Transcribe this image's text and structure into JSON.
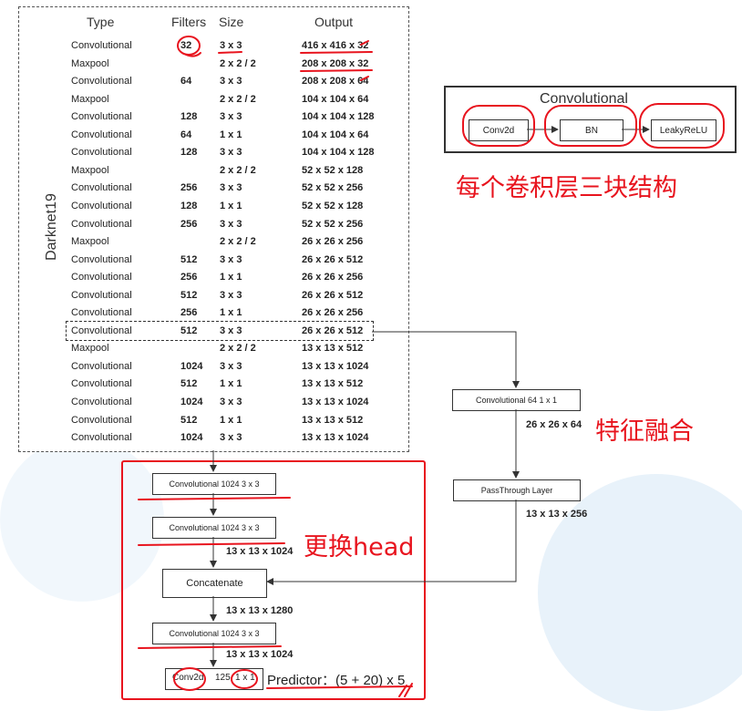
{
  "darknet": {
    "label": "Darknet19",
    "headers": {
      "type": "Type",
      "filters": "Filters",
      "size": "Size",
      "output": "Output"
    },
    "rows": [
      {
        "type": "Convolutional",
        "filters": "32",
        "size": "3 x 3",
        "output": "416 x 416 x 32"
      },
      {
        "type": "Maxpool",
        "filters": "",
        "size": "2 x 2 / 2",
        "output": "208 x 208 x 32"
      },
      {
        "type": "Convolutional",
        "filters": "64",
        "size": "3 x 3",
        "output": "208 x 208 x 64"
      },
      {
        "type": "Maxpool",
        "filters": "",
        "size": "2 x 2 / 2",
        "output": "104 x 104 x 64"
      },
      {
        "type": "Convolutional",
        "filters": "128",
        "size": "3 x 3",
        "output": "104 x 104 x 128"
      },
      {
        "type": "Convolutional",
        "filters": "64",
        "size": "1 x 1",
        "output": "104 x 104 x 64"
      },
      {
        "type": "Convolutional",
        "filters": "128",
        "size": "3 x 3",
        "output": "104 x 104 x 128"
      },
      {
        "type": "Maxpool",
        "filters": "",
        "size": "2 x 2 / 2",
        "output": "52 x 52 x 128"
      },
      {
        "type": "Convolutional",
        "filters": "256",
        "size": "3 x 3",
        "output": "52 x 52 x 256"
      },
      {
        "type": "Convolutional",
        "filters": "128",
        "size": "1 x 1",
        "output": "52 x 52 x 128"
      },
      {
        "type": "Convolutional",
        "filters": "256",
        "size": "3 x 3",
        "output": "52 x 52 x 256"
      },
      {
        "type": "Maxpool",
        "filters": "",
        "size": "2 x 2 / 2",
        "output": "26 x 26 x 256"
      },
      {
        "type": "Convolutional",
        "filters": "512",
        "size": "3 x 3",
        "output": "26 x 26 x 512"
      },
      {
        "type": "Convolutional",
        "filters": "256",
        "size": "1 x 1",
        "output": "26 x 26 x 256"
      },
      {
        "type": "Convolutional",
        "filters": "512",
        "size": "3 x 3",
        "output": "26 x 26 x 512"
      },
      {
        "type": "Convolutional",
        "filters": "256",
        "size": "1 x 1",
        "output": "26 x 26 x 256"
      },
      {
        "type": "Convolutional",
        "filters": "512",
        "size": "3 x 3",
        "output": "26 x 26 x 512"
      },
      {
        "type": "Maxpool",
        "filters": "",
        "size": "2 x 2 / 2",
        "output": "13 x 13 x 512"
      },
      {
        "type": "Convolutional",
        "filters": "1024",
        "size": "3 x 3",
        "output": "13 x 13 x 1024"
      },
      {
        "type": "Convolutional",
        "filters": "512",
        "size": "1 x 1",
        "output": "13 x 13 x 512"
      },
      {
        "type": "Convolutional",
        "filters": "1024",
        "size": "3 x 3",
        "output": "13 x 13 x 1024"
      },
      {
        "type": "Convolutional",
        "filters": "512",
        "size": "1 x 1",
        "output": "13 x 13 x 512"
      },
      {
        "type": "Convolutional",
        "filters": "1024",
        "size": "3 x 3",
        "output": "13 x 13 x 1024"
      }
    ]
  },
  "conv_block": {
    "title": "Convolutional",
    "conv2d": "Conv2d",
    "bn": "BN",
    "leaky": "LeakyReLU",
    "caption": "每个卷积层三块结构"
  },
  "passthrough": {
    "conv_label": "Convolutional  64   1 x 1",
    "dim_after_conv": "26 x 26 x 64",
    "layer_label": "PassThrough Layer",
    "dim_after_layer": "13 x 13 x 256",
    "caption": "特征融合"
  },
  "head": {
    "conv1": "Convolutional    1024  3 x 3",
    "conv2": "Convolutional    1024  3 x 3",
    "dim1": "13 x 13 x 1024",
    "concat": "Concatenate",
    "dim2": "13 x 13 x 1280",
    "conv3": "Convolutional    1024  3 x 3",
    "dim3": "13 x 13 x 1024",
    "final_conv": "Conv2d",
    "final_filters": "125",
    "final_size": "1 x 1",
    "predictor": "Predictor：(5 + 20) x 5",
    "caption": "更换head"
  },
  "colors": {
    "annotation": "#e8141e",
    "line": "#333333",
    "bg_blob": "#e8f2fa"
  }
}
